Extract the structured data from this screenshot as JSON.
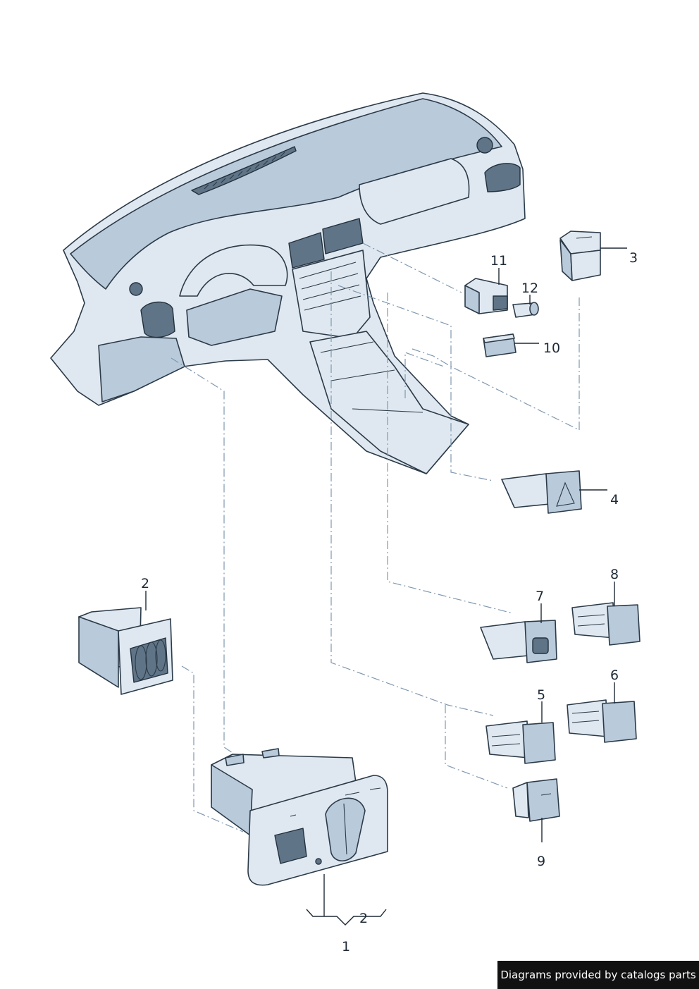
{
  "callouts": {
    "c1": "1",
    "c2a": "2",
    "c2b": "2",
    "c3": "3",
    "c4": "4",
    "c5": "5",
    "c6": "6",
    "c7": "7",
    "c8": "8",
    "c9": "9",
    "c10": "10",
    "c11": "11",
    "c12": "12"
  },
  "footer": {
    "text": "Diagrams provided by catalogs parts"
  },
  "colors": {
    "line": "#2b3a48",
    "fill_light": "#dfe8f0",
    "fill_mid": "#b9cadb",
    "fill_dark": "#5f7486",
    "dash": "#7f98b0"
  },
  "icons": {
    "dashboard": "dashboard-illustration",
    "headlight_switch": "headlight-switch-icon",
    "hazard_switch": "hazard-warning-switch-icon"
  }
}
